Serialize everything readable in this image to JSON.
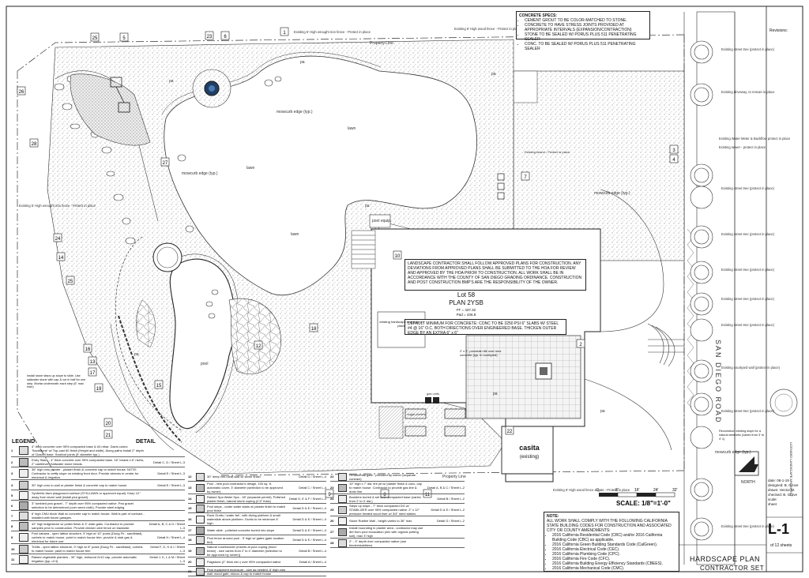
{
  "sheet": {
    "title": "HARDSCAPE PLAN",
    "set": "CONTRACTOR SET",
    "sheet_number": "L-1",
    "of_sheets": "of 12 sheets",
    "revisions_label": "Revisions:",
    "info": [
      {
        "k": "date:",
        "v": "08-1-19"
      },
      {
        "k": "designed:",
        "v": "B. Grove"
      },
      {
        "k": "drawn:",
        "v": "Hector M."
      },
      {
        "k": "checked:",
        "v": "B. Grove"
      },
      {
        "k": "scale:",
        "v": ""
      },
      {
        "k": "sheet",
        "v": ""
      }
    ],
    "north": "NORTH",
    "scale_text": "SCALE:   1/8\"=1'-0\"",
    "scale_ticks": [
      "0",
      "8'",
      "16'",
      "24'",
      "32'"
    ],
    "side_stamp": "LICENSED LANDSCAPE ARCHITECT"
  },
  "house": {
    "lot": "Lot 58",
    "plan": "PLAN 2YSB",
    "ff": "FF = 437.32",
    "pad": "Pad = 436.8",
    "casita": "casita",
    "casita_sub": "(existing)",
    "existing_hardscape": "existing hardscape to remain in place",
    "porcelain_tile": "2' x 2', porcelain tile over new concrete (typ. in courtyard)"
  },
  "notes": {
    "concrete_title": "CONCRETE SPECS:",
    "concrete_items": [
      "CEMENT GROUT TO BE COLOR-MATCHED TO STONE.",
      "CONCRETE TO HAVE STRESS JOINTS PROVIDED AT APPROPRIATE INTERVALS (EXPANSION/CONTRACTION)",
      "STONE TO BE SEALED W/ PORUS PLUS 511 PENETRATING SEALER",
      "CONC. TO BE SEALED W/ PORUS PLUS 511 PENETRATING SEALER"
    ],
    "hoa": "LANDSCAPE CONTRACTOR SHALL FOLLOW APPROVED PLANS FOR CONSTRUCTION. ANY DEVIATIONS FROM APPROVED PLANS SHALL BE SUBMITTED TO THE HOA FOR REVIEW AND APPROVED BY THE HOA PRIOR TO CONSTRUCTION. ALL WORK SHALL BE IN ACCORDANCE WITH THE COUNTY OF SAN DIEGO GRADING ORDINANCE. CONSTRUCTION AND POST CONSTRUCTION BMP'S ARE THE RESPONSIBILITY OF THE OWNER.",
    "default_min": "DEFAULT MINIMUM FOR CONCRETE: CONC TO BE 3250 PSI 6\" SLABS W/ STEEL #4 @ 16\" O.C. BOTH DIRECTIONS OVER ENGINEERED BASE. THICKEN OUTER EDGE BY AN EXTRA 6\" x 6\"",
    "codes_title": "NOTE:",
    "codes_intro": "ALL WORK SHALL COMPLY WITH THE FOLLOWING CALIFORNIA STATE BUILDING CODES FOR CONSTRUCTION AND ASSOCIATED CITY OR COUNTY AMENDMENTS:",
    "codes_items": [
      "2016 California Residential Code (CRC) and/or 2016 California Building Code (CBC) as applicable.",
      "2016 California Green Building Standards Code (CalGreen).",
      "2016 California Electrical Code (CEC).",
      "2016 California Plumbing Code (CPC).",
      "2016 California Fire Code (CFC).",
      "2016 California Building Energy Efficiency Standards (CBEES).",
      "2016 California Mechanical Code (CMC)."
    ]
  },
  "labels": {
    "lawn": "lawn",
    "pa": "pa",
    "pool": "pool",
    "pool_equip": "pool equip.",
    "veggie": "veggie planters",
    "gas": "gas units",
    "road": "SAN DIEGO ROAD",
    "mow_curb": "mowcurb edge (typ.)",
    "property_line": "Property Line",
    "wall_top": "Existing 5' High wrought iron fence - Protect in place",
    "fence_top": "Existing 6' High wood fence - Protect in place",
    "wall_left": "Existing 5' High wrought iron fence - Protect in place",
    "fence_bottom": "Existing 6' High wood fence & gate - Protect in place",
    "driveway": "Existing driveway, to remain in place",
    "meter": "Existing Water Meter & Backflow protect in place",
    "sewer": "Existing sewer - protect in place",
    "street_tree": "Existing street tree (protect in place)",
    "courtyard_wall": "Existing courtyard wall (protect in place)",
    "stairs": "Install stone steps up slope to slide. Use saltwater stone with cap & cut in half for one step. Mortar underneath each step (6\" max riser)",
    "reconstruct": "Reconstruct existing slope for a natural aesthetic (varies from 3' to 4' 1)",
    "existing_island": "Existing Island - Protect in place"
  },
  "legend_title": "LEGEND",
  "detail_title": "DETAIL",
  "legend_left": [
    {
      "n": "1",
      "t": "4\" thick concrete over 95% compacted base & #3 rebar. Davis colors 'Sandstone' w/ Top-cast 60 finish (Height and width). Along paths install 2\" depth of Class II base. Seal/cut joints (5' diameter typ.)",
      "d": ""
    },
    {
      "n": "2",
      "t": "Entry Stairs - 4\" thick concrete over 95% compacted base. 16\" treads x 6\" risers, 2\" cantilever, Saltwater stone treads.",
      "d": "Detail C, D / Sheet L-3"
    },
    {
      "n": "3",
      "t": "36\" high cmu planter - plaster finish & concrete cap to match house. NOTE: Contractor to verify slope on existing front door. Provide sleeves in center for electrical & irrigation.",
      "d": "Detail E / Sheet L-3"
    },
    {
      "n": "4",
      "t": "30\" high cmu to wall or planter finish & concrete cap to match house",
      "d": "Detail E / Sheet L-3"
    },
    {
      "n": "5",
      "t": "Synthetic lawn playground surface (SYN-LAWN or approved equal). Keep 12\" away from stone wall (install pea gravel).",
      "d": ""
    },
    {
      "n": "6",
      "t": "3\" tumbled pea gravel - 7\" depth over 95% compacted native. Pea gravel selection to be determined (over weed cloth). Provide steel edging.",
      "d": ""
    },
    {
      "n": "7",
      "t": "6' high CMU block Wall w/ concrete cap to match house. Wall is part of contract - installed with future garages.",
      "d": ""
    },
    {
      "n": "8",
      "t": "42\" high ledgestone w/ polish finish & 3\" wide gabs. Contractor to provide samples prior to construction. Provide chicken wire fence on backside.",
      "d": "Detail A, B, C & D / Sheet L-3"
    },
    {
      "n": "9",
      "t": "Pool cabana - open lattice structure, 9' high w/ 10\" posts (Doug Fir - sandblast), corbels to match house, point to match house trim; provide & stub gas & electrical for future use.",
      "d": "Detail H / Sheet L-4"
    },
    {
      "n": "10",
      "t": "Trellis - open lattice structure, 9' high w/ 8\" posts (Doug Fir - sandblast), corbels to match house; paint to match house trim",
      "d": "Detail F, G, H & I / Sheet L-3"
    },
    {
      "n": "11",
      "t": "Raised vegetable planters - 30\" high, redwood 2x10 cap, provide automatic irrigation (typ. of 4)",
      "d": "Detail J, K, L & M / Sheet L-3"
    }
  ],
  "legend_mid": [
    {
      "n": "12",
      "t": "30\" deep cmu seat wall w/ stone finish",
      "d": "Detail D / Sheet L-4"
    },
    {
      "n": "13",
      "t": "Pool - new pool contractor's design, 100 sq. ft. automatic cover, 3' diameter (selection to be approved by owner)",
      "d": "Detail C / Sheet L-4"
    },
    {
      "n": "14",
      "t": "Raised Spa Water Spa - 18\" (separate permit). Polished plaster finish, natural stone coping (2.5\" thick)",
      "d": "Detail D, E & F / Sheet L-4"
    },
    {
      "n": "15",
      "t": "Pool steps - under water stairs w/ plaster finish to match pool finish",
      "d": "Detail D & E / Sheet L-4"
    },
    {
      "n": "16",
      "t": "Rock Grotto / water fall - with diving platform & small waterslide above platform. Grotto to be minimum 6' high.",
      "d": "Detail D & E / Sheet L-4"
    },
    {
      "n": "17",
      "t": "Water slide - polished concrete buried into slope",
      "d": "Detail D & E / Sheet L-4"
    },
    {
      "n": "18",
      "t": "Pool fence around pool - 5' high w/ gates (gate location tbd)",
      "d": "Detail D & E / Sheet L-4"
    },
    {
      "n": "19",
      "t": "Natural rock/boulder (inserts at pool coping (bond beam) - size varies from 2' to 4' diameter (selection to be approved by owner))",
      "d": "Detail B / Sheet L-4"
    },
    {
      "n": "20",
      "t": "Flagstone (2\" thick min.) over 95% compacted native",
      "d": "Detail A / Sheet L-4"
    },
    {
      "n": "21",
      "t": "Pool equipment enclosure - size as needed, 6' high cmu wall, wood gate, stucco & cap to match house",
      "d": ""
    }
  ],
  "legend_right": [
    {
      "n": "22",
      "t": "Ornamental gate - provided by owner (separate contract)",
      "d": ""
    },
    {
      "n": "23",
      "t": "10\" high x 7' dia. fire pit w/ plaster finish & conc. cap to match house. Contractor to provide gas line & drain line.",
      "d": "Detail A, B & C / Sheet L-2"
    },
    {
      "n": "24",
      "t": "Boulders buried & set over compacted base (varies from 2' to 3' dia.)",
      "d": "Detail B / Sheet L-2"
    },
    {
      "n": "25",
      "t": "Steps up slope - 7\" thick compacted DG w/ STABILIZER over 95% compacted native. 2\" x 12\" pressure treated wood riser w/ 3/4\" steel stakes",
      "d": "Detail D & E / Sheet L-2"
    },
    {
      "n": "26",
      "t": "Stone Rubble Wall - height varies to 36\" max",
      "d": "Detail G / Sheet L-2"
    },
    {
      "n": "27",
      "t": "Install mounding in planter area - contractor may use dirt from pool excavation (mix with organic potting soil), max 3' high",
      "d": ""
    },
    {
      "n": "28",
      "t": "2\" - 3\" depth river compacted native (use binder/stabilizer)",
      "d": ""
    }
  ],
  "callouts": [
    "1",
    "2",
    "3",
    "4",
    "5",
    "6",
    "7",
    "8",
    "9",
    "10",
    "11",
    "12",
    "13",
    "14",
    "15",
    "16",
    "17",
    "18",
    "19",
    "20",
    "21",
    "22",
    "23",
    "24",
    "25",
    "26",
    "27",
    "28"
  ]
}
